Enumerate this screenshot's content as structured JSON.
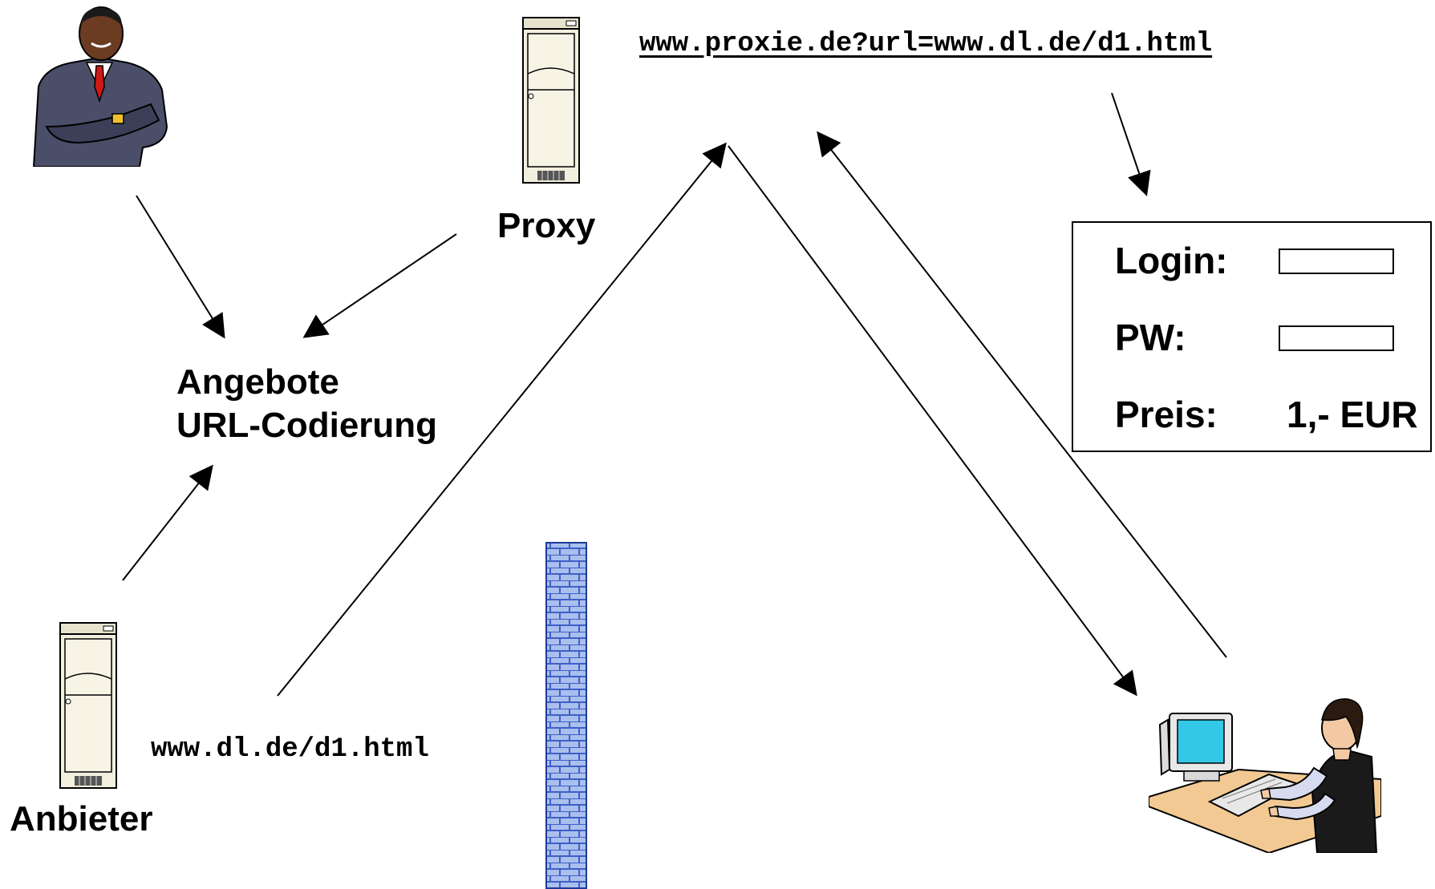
{
  "labels": {
    "proxy": "Proxy",
    "angebote_line1": "Angebote",
    "angebote_line2": "URL-Codierung",
    "anbieter": "Anbieter"
  },
  "urls": {
    "proxy_url": "www.proxie.de?url=www.dl.de/d1.html",
    "direct_url": "www.dl.de/d1.html"
  },
  "login_form": {
    "login_label": "Login:",
    "pw_label": "PW:",
    "price_label": "Preis:",
    "price_value": "1,- EUR"
  },
  "colors": {
    "line": "#000000",
    "firewall_brick": "#aabfee",
    "firewall_mortar": "#3f5fc6",
    "monitor_screen": "#33c8e8",
    "desk": "#f2c993",
    "server_body": "#f2efdf"
  },
  "icons": [
    "businessman-icon",
    "server-icon",
    "firewall-icon",
    "user-at-computer-icon"
  ]
}
